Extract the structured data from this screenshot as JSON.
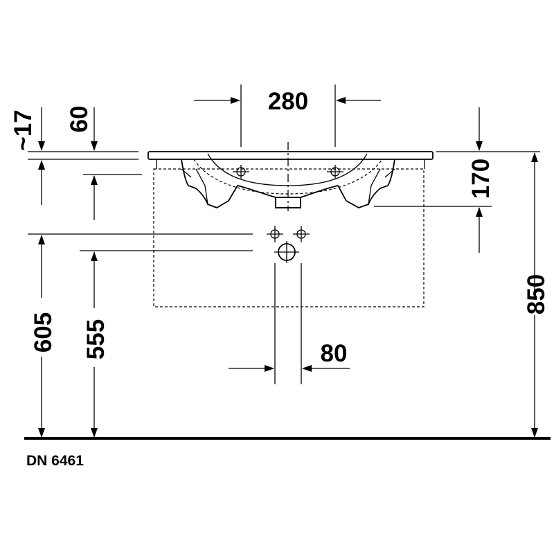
{
  "drawing": {
    "model_code": "DN 6461",
    "dimensions": {
      "tap_hole_spacing": "280",
      "rim_thickness": "~17",
      "overflow_offset": "60",
      "basin_depth": "170",
      "total_height": "850",
      "waste_height": "605",
      "supply_height": "555",
      "supply_spacing": "80"
    }
  },
  "colors": {
    "line": "#000000",
    "background": "#ffffff"
  }
}
